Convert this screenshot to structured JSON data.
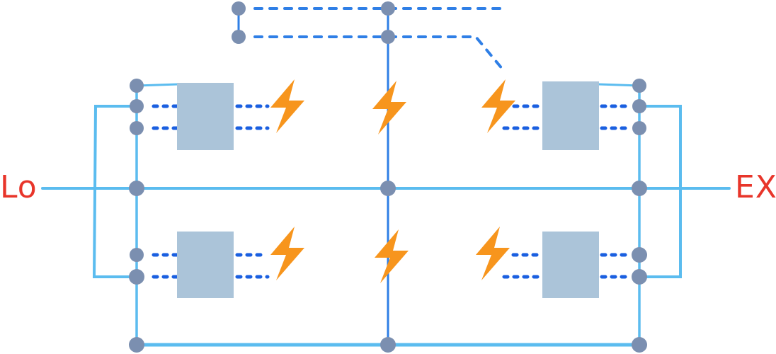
{
  "diagram": {
    "labels": {
      "left": "Lo",
      "right": "EX"
    },
    "colors": {
      "wire_light": "#5bbcef",
      "wire_dark": "#2f7fe6",
      "dotted": "#1a5fe0",
      "node": "#7b8fb0",
      "box": "#abc4d9",
      "bolt": "#f7951d",
      "label": "#e8352a"
    },
    "components": [
      {
        "id": "box-top-left",
        "kind": "module"
      },
      {
        "id": "box-top-right",
        "kind": "module"
      },
      {
        "id": "box-bottom-left",
        "kind": "module"
      },
      {
        "id": "box-bottom-right",
        "kind": "module"
      }
    ],
    "bolts": [
      {
        "id": "bolt-top-left"
      },
      {
        "id": "bolt-top-center"
      },
      {
        "id": "bolt-top-right"
      },
      {
        "id": "bolt-bottom-left"
      },
      {
        "id": "bolt-bottom-center"
      },
      {
        "id": "bolt-bottom-right"
      }
    ]
  }
}
